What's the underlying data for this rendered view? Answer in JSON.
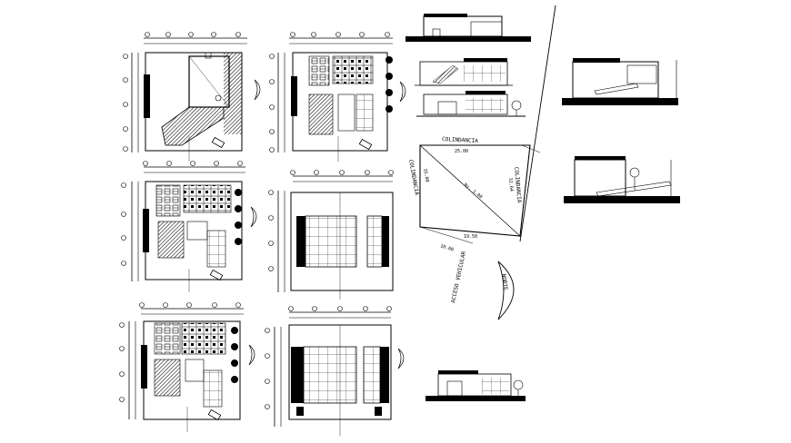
{
  "drawing": {
    "site_labels": {
      "top": "COLINDANCIA",
      "top_value": "25.00",
      "left": "COLINDANCIA",
      "left_value": "35.00",
      "right": "COLINDANCIA",
      "right_value": "32.64",
      "bottom_value": "19.50",
      "diagonal": "Nv. 1.00",
      "access": "ACCESO VEHICULAR",
      "street_value": "10.00"
    },
    "north_label": "NORTE"
  },
  "colors": {
    "ink": "#000000",
    "paper": "#ffffff"
  }
}
